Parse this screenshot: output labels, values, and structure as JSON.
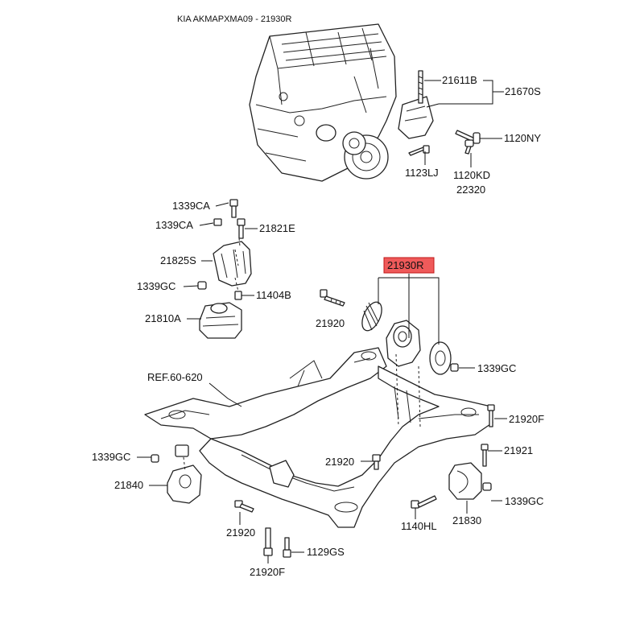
{
  "header": {
    "title": "KIA AKMAPXMA09 - 21930R"
  },
  "labels": {
    "l21611B": "21611B",
    "l21670S": "21670S",
    "l1120NY": "1120NY",
    "l1123LJ": "1123LJ",
    "l1120KD": "1120KD",
    "l22320": "22320",
    "l1339CA_a": "1339CA",
    "l1339CA_b": "1339CA",
    "l21821E": "21821E",
    "l21825S": "21825S",
    "l1339GC_left": "1339GC",
    "l11404B": "11404B",
    "l21810A": "21810A",
    "l21930R": "21930R",
    "l21920_a": "21920",
    "l1339GC_right": "1339GC",
    "lREF": "REF.60-620",
    "l21920F_right": "21920F",
    "l21921": "21921",
    "l21920_b": "21920",
    "l1339GC_lower": "1339GC",
    "l21840": "21840",
    "l1339GC_br": "1339GC",
    "l21830": "21830",
    "l1140HL": "1140HL",
    "l21920_c": "21920",
    "l1129GS": "1129GS",
    "l21920F_bottom": "21920F"
  },
  "colors": {
    "highlight": "#ef5a5a",
    "line": "#222222",
    "text": "#111111"
  }
}
